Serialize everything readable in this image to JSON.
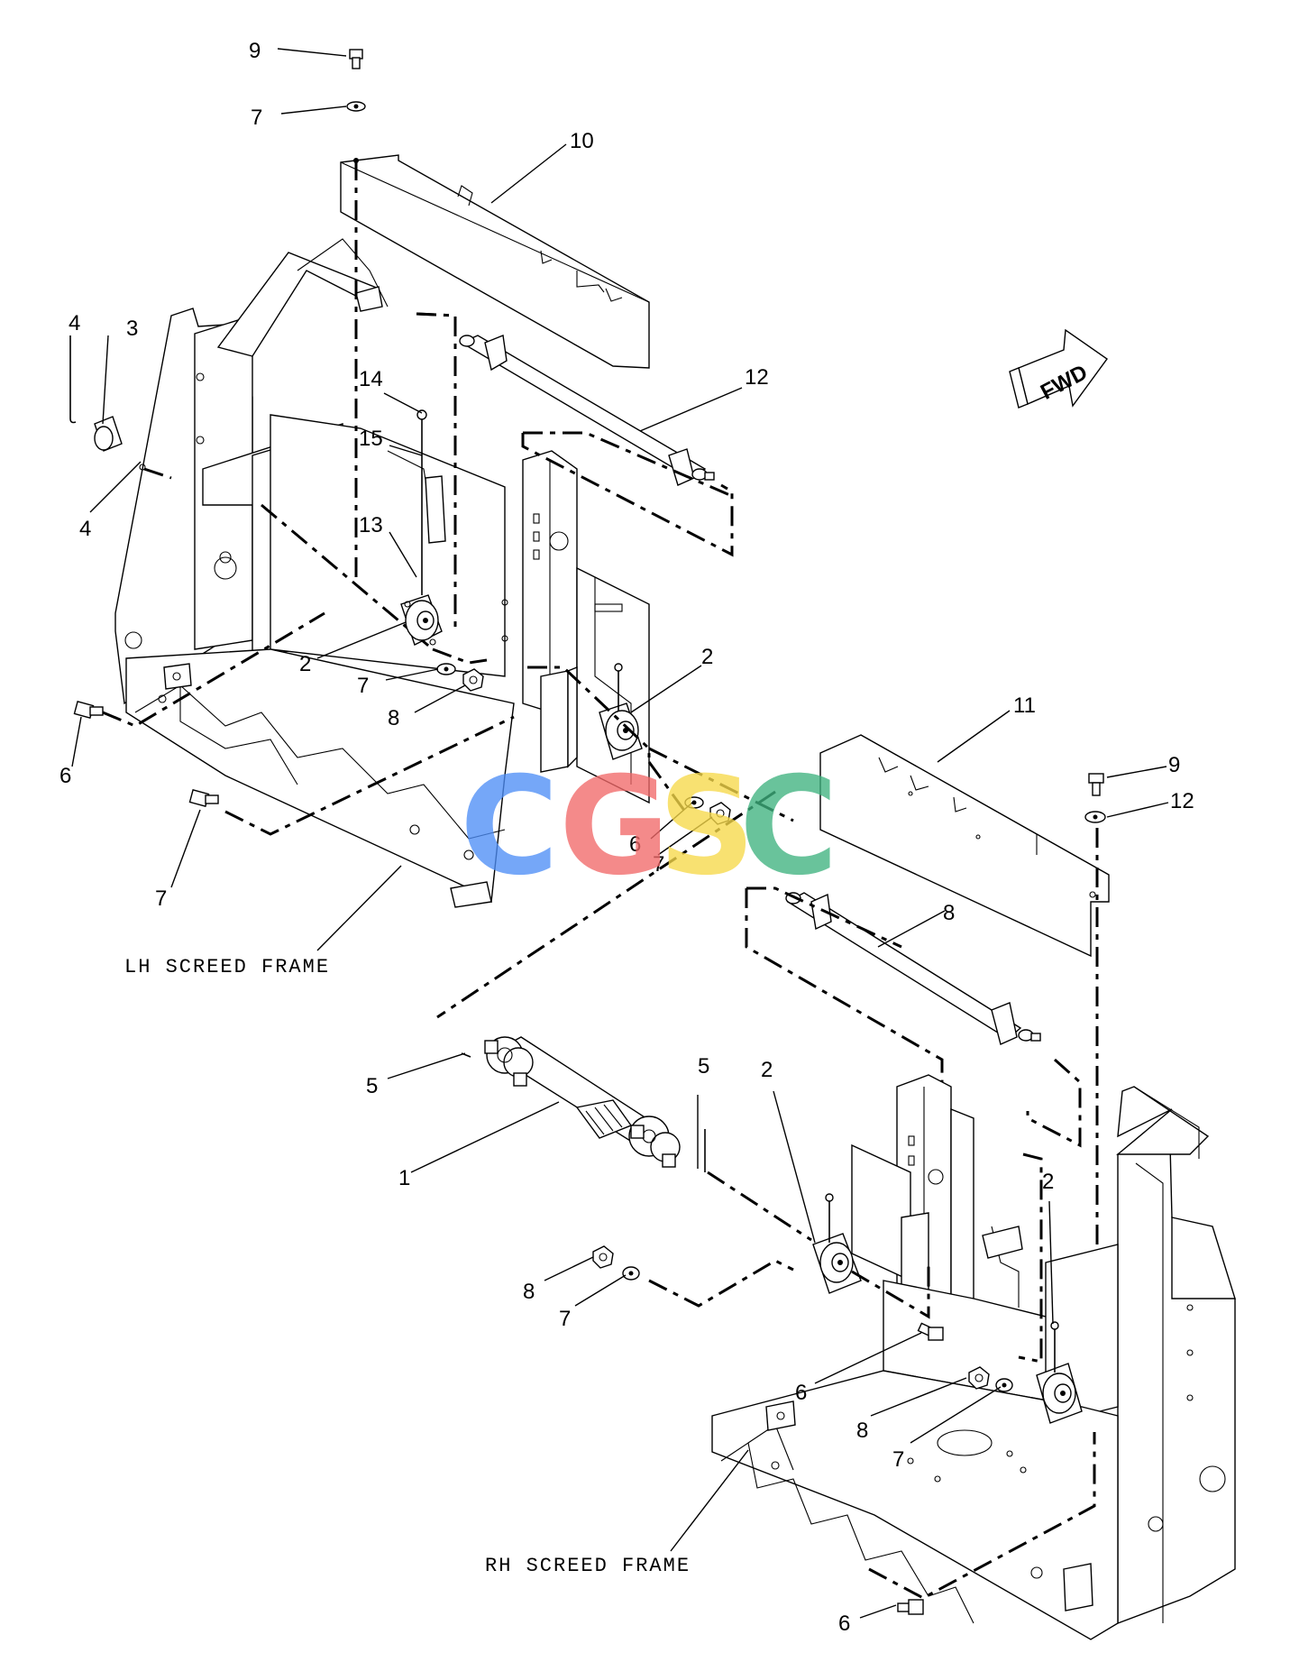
{
  "direction_arrow": {
    "label": "FWD"
  },
  "frames": {
    "lh_label": "LH SCREED FRAME",
    "rh_label": "RH SCREED FRAME"
  },
  "callouts": [
    {
      "id": "c9a",
      "text": "9"
    },
    {
      "id": "c7a",
      "text": "7"
    },
    {
      "id": "c10",
      "text": "10"
    },
    {
      "id": "c4a",
      "text": "4"
    },
    {
      "id": "c3",
      "text": "3"
    },
    {
      "id": "c4b",
      "text": "4"
    },
    {
      "id": "c14",
      "text": "14"
    },
    {
      "id": "c15",
      "text": "15"
    },
    {
      "id": "c13",
      "text": "13"
    },
    {
      "id": "c12a",
      "text": "12"
    },
    {
      "id": "c2a",
      "text": "2"
    },
    {
      "id": "c7b",
      "text": "7"
    },
    {
      "id": "c8a",
      "text": "8"
    },
    {
      "id": "c6a",
      "text": "6"
    },
    {
      "id": "c2b",
      "text": "2"
    },
    {
      "id": "c11",
      "text": "11"
    },
    {
      "id": "c9b",
      "text": "9"
    },
    {
      "id": "c7c",
      "text": "7"
    },
    {
      "id": "c6b",
      "text": "6"
    },
    {
      "id": "c7d",
      "text": "7"
    },
    {
      "id": "c8b",
      "text": "8"
    },
    {
      "id": "c12b",
      "text": "12"
    },
    {
      "id": "c5a",
      "text": "5"
    },
    {
      "id": "c5b",
      "text": "5"
    },
    {
      "id": "c2c",
      "text": "2"
    },
    {
      "id": "c1",
      "text": "1"
    },
    {
      "id": "c2d",
      "text": "2"
    },
    {
      "id": "c8c",
      "text": "8"
    },
    {
      "id": "c7e",
      "text": "7"
    },
    {
      "id": "c6c",
      "text": "6"
    },
    {
      "id": "c8d",
      "text": "8"
    },
    {
      "id": "c7f",
      "text": "7"
    },
    {
      "id": "c6d",
      "text": "6"
    }
  ],
  "watermark": {
    "text": "CGSC",
    "colors": [
      "#4f8ff7",
      "#f26a6a",
      "#f7d94a",
      "#3fb37f"
    ]
  }
}
